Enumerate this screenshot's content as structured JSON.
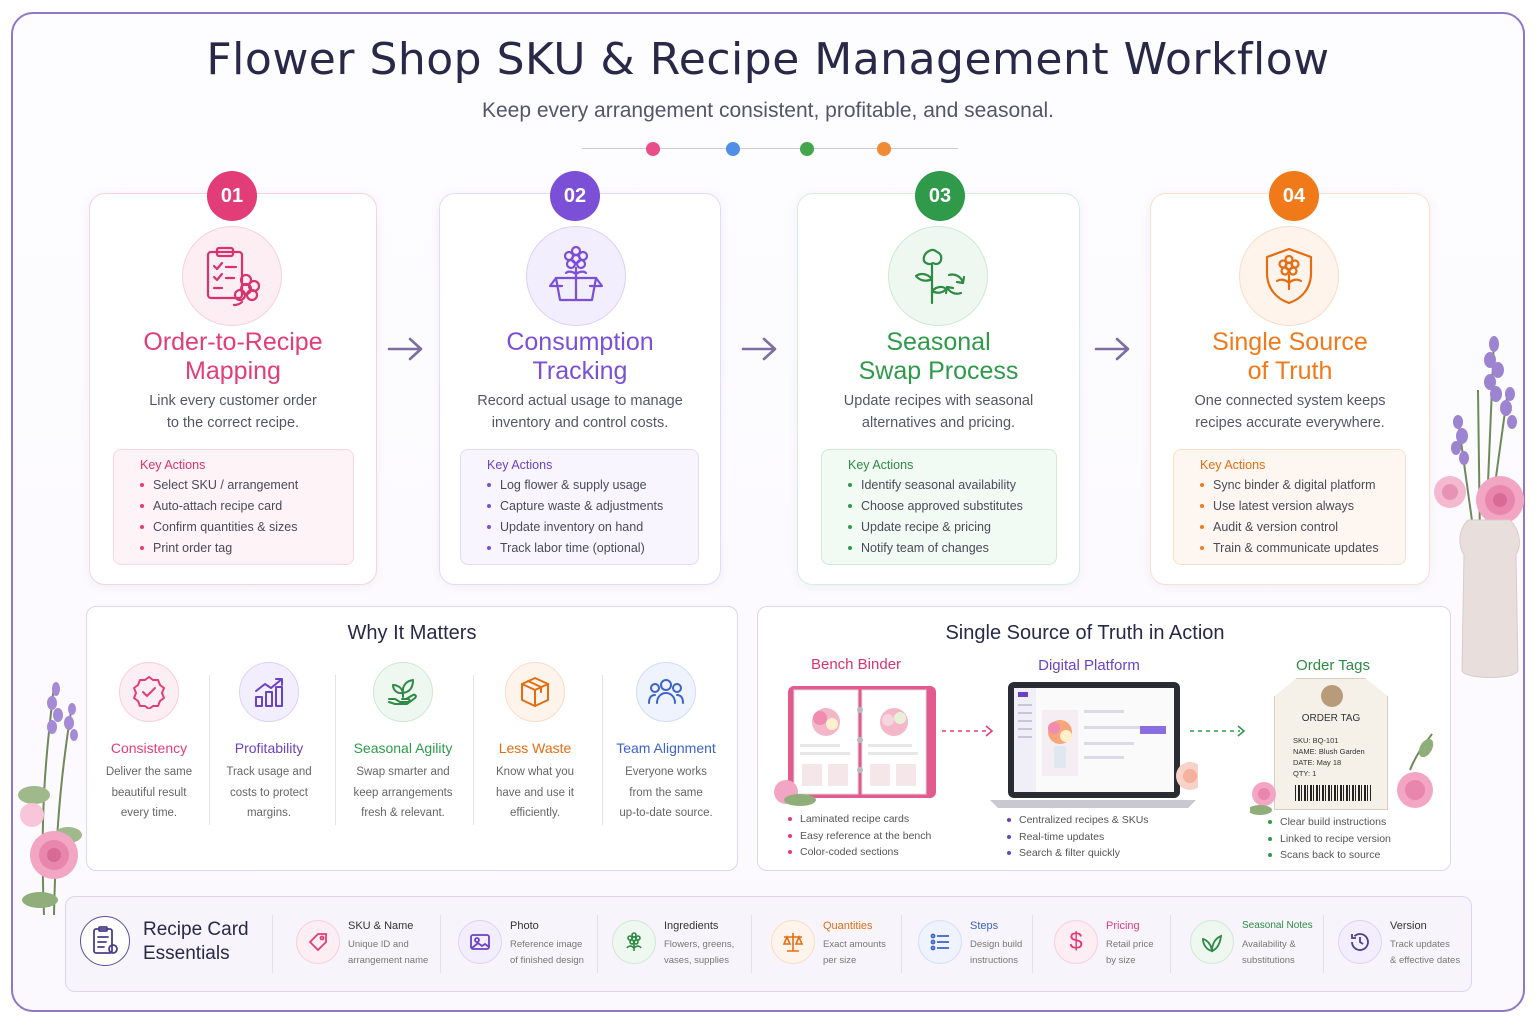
{
  "title": "Flower Shop SKU & Recipe Management Workflow",
  "subtitle": "Keep every arrangement consistent, profitable, and seasonal.",
  "colors": {
    "pink": "#e23d77",
    "purple": "#7b4fd6",
    "green": "#2e9a4a",
    "orange": "#f07a1a",
    "frame": "#8f78c9"
  },
  "steps": [
    {
      "num": "01",
      "title": "Order-to-Recipe Mapping",
      "title_l1": "Order-to-Recipe",
      "title_l2": "Mapping",
      "desc_l1": "Link every customer order",
      "desc_l2": "to the correct recipe.",
      "icon": "clipboard-flower-icon",
      "ka_title": "Key Actions",
      "actions": [
        "Select SKU / arrangement",
        "Auto-attach recipe card",
        "Confirm quantities & sizes",
        "Print order tag"
      ]
    },
    {
      "num": "02",
      "title": "Consumption Tracking",
      "title_l1": "Consumption",
      "title_l2": "Tracking",
      "desc_l1": "Record actual usage to manage",
      "desc_l2": "inventory and control costs.",
      "icon": "flower-box-icon",
      "ka_title": "Key Actions",
      "actions": [
        "Log flower & supply usage",
        "Capture waste & adjustments",
        "Update inventory on hand",
        "Track labor time (optional)"
      ]
    },
    {
      "num": "03",
      "title": "Seasonal Swap Process",
      "title_l1": "Seasonal",
      "title_l2": "Swap Process",
      "desc_l1": "Update recipes with seasonal",
      "desc_l2": "alternatives and pricing.",
      "icon": "flower-swap-icon",
      "ka_title": "Key Actions",
      "actions": [
        "Identify seasonal availability",
        "Choose approved substitutes",
        "Update recipe & pricing",
        "Notify team of changes"
      ]
    },
    {
      "num": "04",
      "title": "Single Source of Truth",
      "title_l1": "Single Source",
      "title_l2": "of Truth",
      "desc_l1": "One connected system keeps",
      "desc_l2": "recipes accurate everywhere.",
      "icon": "shield-flower-icon",
      "ka_title": "Key Actions",
      "actions": [
        "Sync binder & digital platform",
        "Use latest version always",
        "Audit & version control",
        "Train & communicate updates"
      ]
    }
  ],
  "why": {
    "title": "Why It Matters",
    "items": [
      {
        "title": "Consistency",
        "d1": "Deliver the same",
        "d2": "beautiful result",
        "d3": "every time.",
        "icon": "check-badge-icon"
      },
      {
        "title": "Profitability",
        "d1": "Track usage and",
        "d2": "costs to protect",
        "d3": "margins.",
        "icon": "growth-chart-icon"
      },
      {
        "title": "Seasonal Agility",
        "d1": "Swap smarter and",
        "d2": "keep arrangements",
        "d3": "fresh & relevant.",
        "icon": "leaf-hand-icon"
      },
      {
        "title": "Less Waste",
        "d1": "Know what you",
        "d2": "have and use it",
        "d3": "efficiently.",
        "icon": "box-icon"
      },
      {
        "title": "Team Alignment",
        "d1": "Everyone works",
        "d2": "from the same",
        "d3": "up-to-date source.",
        "icon": "team-icon"
      }
    ]
  },
  "sst": {
    "title": "Single Source of Truth in Action",
    "binder": {
      "label": "Bench Binder",
      "items": [
        "Laminated recipe cards",
        "Easy reference at the bench",
        "Color-coded sections"
      ]
    },
    "platform": {
      "label": "Digital Platform",
      "items": [
        "Centralized recipes & SKUs",
        "Real-time updates",
        "Search & filter quickly"
      ]
    },
    "tags": {
      "label": "Order Tags",
      "items": [
        "Clear build instructions",
        "Linked to recipe version",
        "Scans back to source"
      ]
    },
    "tag": {
      "title": "ORDER TAG",
      "sku": "SKU:  BQ-101",
      "name": "NAME:  Blush Garden",
      "date": "DATE:  May 18",
      "qty": "QTY:    1"
    }
  },
  "essentials": {
    "title_l1": "Recipe Card",
    "title_l2": "Essentials",
    "items": [
      {
        "title": "SKU & Name",
        "d1": "Unique ID and",
        "d2": "arrangement name",
        "icon": "tag-icon"
      },
      {
        "title": "Photo",
        "d1": "Reference image",
        "d2": "of finished design",
        "icon": "image-icon"
      },
      {
        "title": "Ingredients",
        "d1": "Flowers, greens,",
        "d2": "vases, supplies",
        "icon": "flower-icon"
      },
      {
        "title": "Quantities",
        "d1": "Exact amounts",
        "d2": "per size",
        "icon": "scale-icon"
      },
      {
        "title": "Steps",
        "d1": "Design build",
        "d2": "instructions",
        "icon": "list-icon"
      },
      {
        "title": "Pricing",
        "d1": "Retail price",
        "d2": "by size",
        "icon": "dollar-icon"
      },
      {
        "title": "Seasonal Notes",
        "d1": "Availability &",
        "d2": "substitutions",
        "icon": "leaf-icon"
      },
      {
        "title": "Version",
        "d1": "Track updates",
        "d2": "& effective dates",
        "icon": "history-icon"
      }
    ]
  }
}
